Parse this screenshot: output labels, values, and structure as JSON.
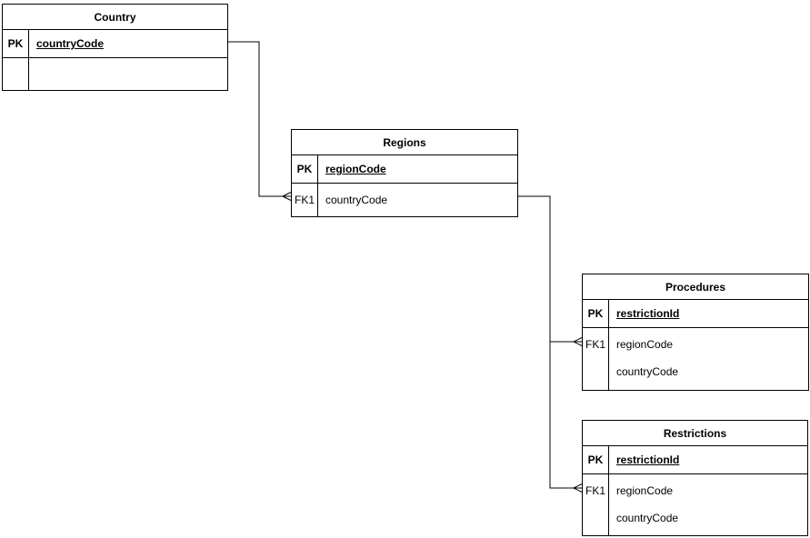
{
  "diagram": {
    "type": "entity-relationship",
    "colors": {
      "background": "#ffffff",
      "border": "#000000",
      "text": "#000000"
    },
    "entities": [
      {
        "title": "Country",
        "rows": [
          {
            "key": "PK",
            "attr": "countryCode"
          },
          {
            "key": "",
            "attr": ""
          }
        ]
      },
      {
        "title": "Regions",
        "rows": [
          {
            "key": "PK",
            "attr": "regionCode"
          },
          {
            "key": "FK1",
            "attr": "countryCode"
          }
        ]
      },
      {
        "title": "Procedures",
        "rows": [
          {
            "key": "PK",
            "attr": "restrictionId"
          },
          {
            "key": "FK1",
            "attrs": [
              "regionCode",
              "countryCode"
            ]
          }
        ]
      },
      {
        "title": "Restrictions",
        "rows": [
          {
            "key": "PK",
            "attr": "restrictionId"
          },
          {
            "key": "FK1",
            "attrs": [
              "regionCode",
              "countryCode"
            ]
          }
        ]
      }
    ],
    "relationships": [
      {
        "from": "Country",
        "to": "Regions",
        "type": "one-to-many",
        "crow_foot_at": "Regions.countryCode"
      },
      {
        "from": "Regions",
        "to": "Procedures",
        "type": "one-to-many",
        "crow_foot_at": "Procedures.regionCode"
      },
      {
        "from": "Regions",
        "to": "Restrictions",
        "type": "one-to-many",
        "crow_foot_at": "Restrictions.regionCode"
      }
    ]
  }
}
